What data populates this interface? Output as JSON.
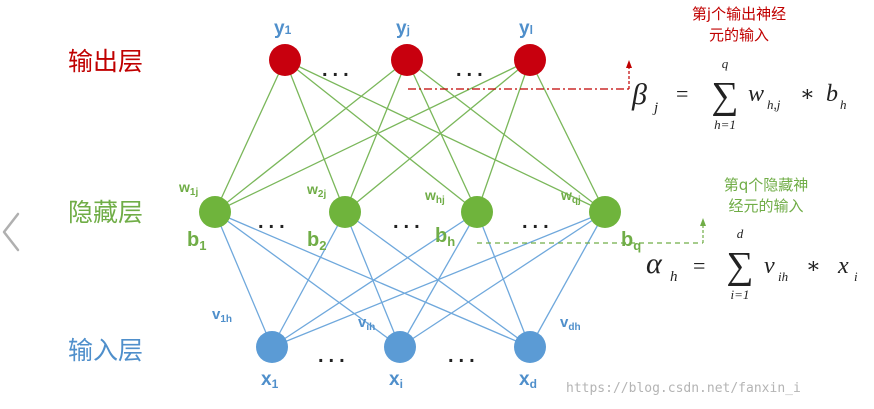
{
  "colors": {
    "output": "#c8000e",
    "hidden": "#6fb43c",
    "input": "#5b9bd5",
    "output_label": "#c00000",
    "hidden_label": "#70ad47",
    "input_label": "#4f8fcb",
    "formula": "#222222",
    "output_line": "#7ab75a",
    "input_line": "#6fa8dc"
  },
  "icons": {
    "back": "chevron-left-icon"
  },
  "layers": {
    "output": {
      "label": "输出层"
    },
    "hidden": {
      "label": "隐藏层"
    },
    "input": {
      "label": "输入层"
    }
  },
  "nodes": {
    "output": [
      {
        "main": "y",
        "sub": "1"
      },
      {
        "main": "y",
        "sub": "j"
      },
      {
        "main": "y",
        "sub": "l"
      }
    ],
    "hidden": [
      {
        "main": "b",
        "sub": "1",
        "weight_main": "w",
        "weight_sub": "1j"
      },
      {
        "main": "b",
        "sub": "2",
        "weight_main": "w",
        "weight_sub": "2j"
      },
      {
        "main": "b",
        "sub": "h",
        "weight_main": "w",
        "weight_sub": "hj"
      },
      {
        "main": "b",
        "sub": "q",
        "weight_main": "w",
        "weight_sub": "qj"
      }
    ],
    "input": [
      {
        "main": "x",
        "sub": "1",
        "weight_main": "v",
        "weight_sub": "1h"
      },
      {
        "main": "x",
        "sub": "i",
        "weight_main": "v",
        "weight_sub": "ih"
      },
      {
        "main": "x",
        "sub": "d",
        "weight_main": "v",
        "weight_sub": "dh"
      }
    ]
  },
  "ellipsis": "...",
  "annotations": {
    "output_note": [
      "第j个输出神经",
      "元的输入"
    ],
    "hidden_note": [
      "第q个隐藏神",
      "经元的输入"
    ]
  },
  "formulas": {
    "beta": {
      "lhs": "β",
      "lhs_sub": "j",
      "sum_upper": "q",
      "sum_lower": "h=1",
      "term1": "w",
      "term1_sub": "h,j",
      "term2": "b",
      "term2_sub": "h"
    },
    "alpha": {
      "lhs": "α",
      "lhs_sub": "h",
      "sum_upper": "d",
      "sum_lower": "i=1",
      "term1": "v",
      "term1_sub": "ih",
      "term2": "x",
      "term2_sub": "i"
    }
  },
  "symbols": {
    "equals": "=",
    "sigma": "∑",
    "times": "∗"
  },
  "watermark": "https://blog.csdn.net/fanxin_i"
}
